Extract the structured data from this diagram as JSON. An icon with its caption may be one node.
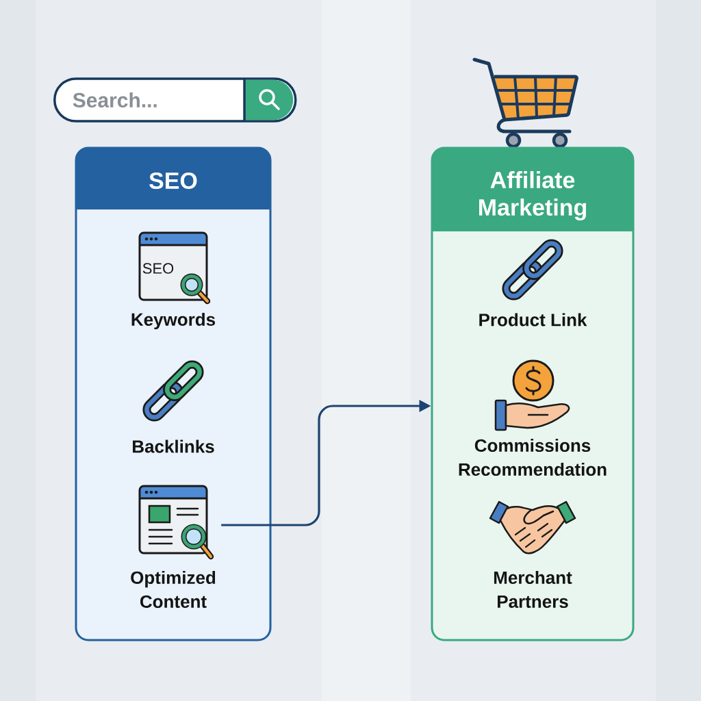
{
  "diagram": {
    "nodes": [
      {
        "text": [
          "Search..."
        ]
      },
      {
        "text": [
          "SEO"
        ]
      },
      {
        "text": [
          "SEO",
          "Keywords"
        ],
        "in": 1
      },
      {
        "text": [
          "Backlinks"
        ],
        "in": 1
      },
      {
        "text": [
          "Optimized Content"
        ],
        "in": 1
      },
      {
        "text": [
          "Affiliate Marketing"
        ]
      },
      {
        "text": [
          "Product Link"
        ],
        "in": 5
      },
      {
        "text": [
          "Commissions Recommendation"
        ],
        "in": 5
      },
      {
        "text": [
          "Merchant Partners"
        ],
        "in": 5
      }
    ],
    "edges": [
      {
        "from": 4,
        "to": 5,
        "arrow": "to"
      }
    ]
  }
}
